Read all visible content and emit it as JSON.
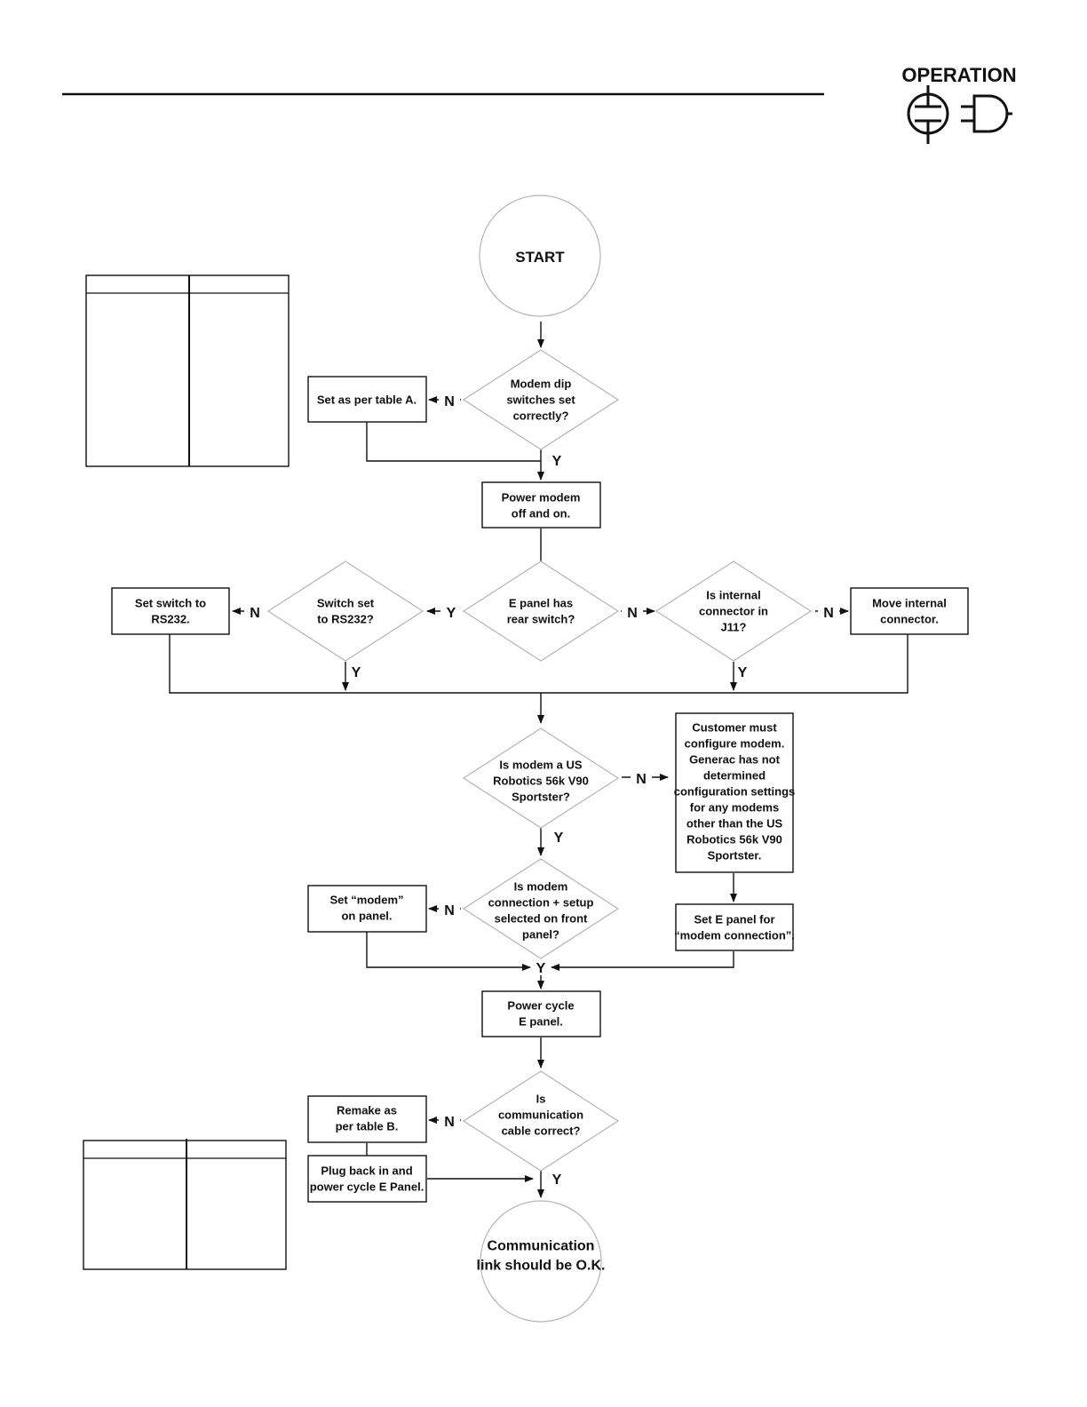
{
  "header": {
    "section_title": "OPERATION"
  },
  "flow": {
    "start": "START",
    "q_dip": [
      "Modem dip",
      "switches set",
      "correctly?"
    ],
    "a_table_a": [
      "Set as per table A."
    ],
    "a_power_modem": [
      "Power modem",
      "off and on."
    ],
    "q_rear_switch": [
      "E panel has",
      "rear switch?"
    ],
    "q_rs232": [
      "Switch set",
      "to RS232?"
    ],
    "a_set_rs232": [
      "Set switch to",
      "RS232."
    ],
    "q_internal": [
      "Is internal",
      "connector in",
      "J11?"
    ],
    "a_move_internal": [
      "Move internal",
      "connector."
    ],
    "q_usr": [
      "Is modem a US",
      "Robotics 56k V90",
      "Sportster?"
    ],
    "a_customer": [
      "Customer must",
      "configure modem.",
      "Generac has not",
      "determined",
      "configuration settings",
      "for any modems",
      "other than the US",
      "Robotics 56k V90",
      "Sportster."
    ],
    "q_connection": [
      "Is modem",
      "connection + setup",
      "selected on front",
      "panel?"
    ],
    "a_set_modem": [
      "Set “modem”",
      "on panel."
    ],
    "a_set_epanel": [
      "Set E panel for",
      "“modem connection”."
    ],
    "a_power_cycle": [
      "Power cycle",
      "E panel."
    ],
    "q_cable": [
      "Is",
      "communication",
      "cable correct?"
    ],
    "a_remake": [
      "Remake as",
      "per table B."
    ],
    "a_plug": [
      "Plug back in and",
      "power cycle E Panel."
    ],
    "end": [
      "Communication",
      "link should be O.K."
    ]
  },
  "branch_labels": {
    "yes": "Y",
    "no": "N"
  }
}
